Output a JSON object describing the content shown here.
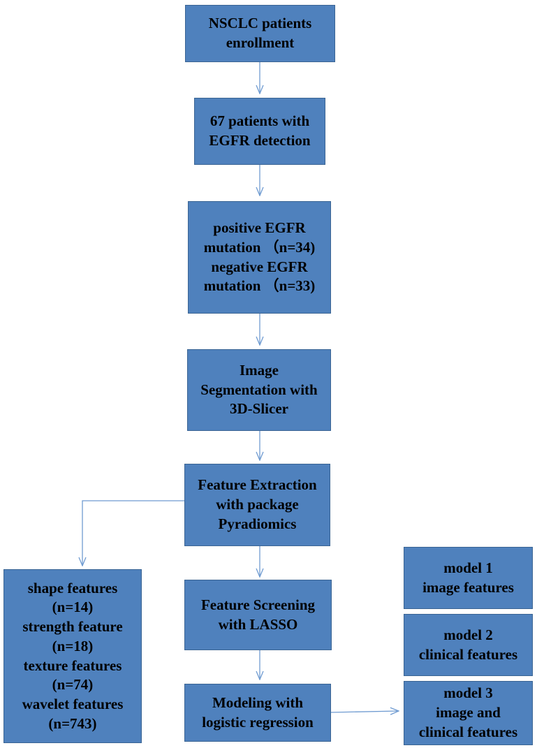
{
  "colors": {
    "box_fill": "#4f81bd",
    "box_border": "#3a6493",
    "arrow": "#6f9bd1"
  },
  "nodes": {
    "enroll": {
      "lines": [
        "NSCLC patients",
        "enrollment"
      ]
    },
    "detect": {
      "lines": [
        "67 patients with",
        "EGFR detection"
      ]
    },
    "mutation": {
      "lines": [
        "positive EGFR",
        "mutation （n=34)",
        "negative EGFR",
        "mutation （n=33)"
      ]
    },
    "segment": {
      "lines": [
        "Image",
        "Segmentation with",
        "3D-Slicer"
      ]
    },
    "extract": {
      "lines": [
        "Feature Extraction",
        "with package",
        "Pyradiomics"
      ]
    },
    "features": {
      "lines": [
        "shape features",
        "(n=14)",
        "strength feature",
        "(n=18)",
        "texture features",
        "(n=74)",
        "wavelet features",
        "(n=743)"
      ]
    },
    "screen": {
      "lines": [
        "Feature Screening",
        "with LASSO"
      ]
    },
    "modeling": {
      "lines": [
        "Modeling with",
        "logistic regression"
      ]
    },
    "model1": {
      "lines": [
        "model 1",
        "image features"
      ]
    },
    "model2": {
      "lines": [
        "model 2",
        "clinical features"
      ]
    },
    "model3": {
      "lines": [
        "model 3",
        "image and",
        "clinical features"
      ]
    }
  }
}
